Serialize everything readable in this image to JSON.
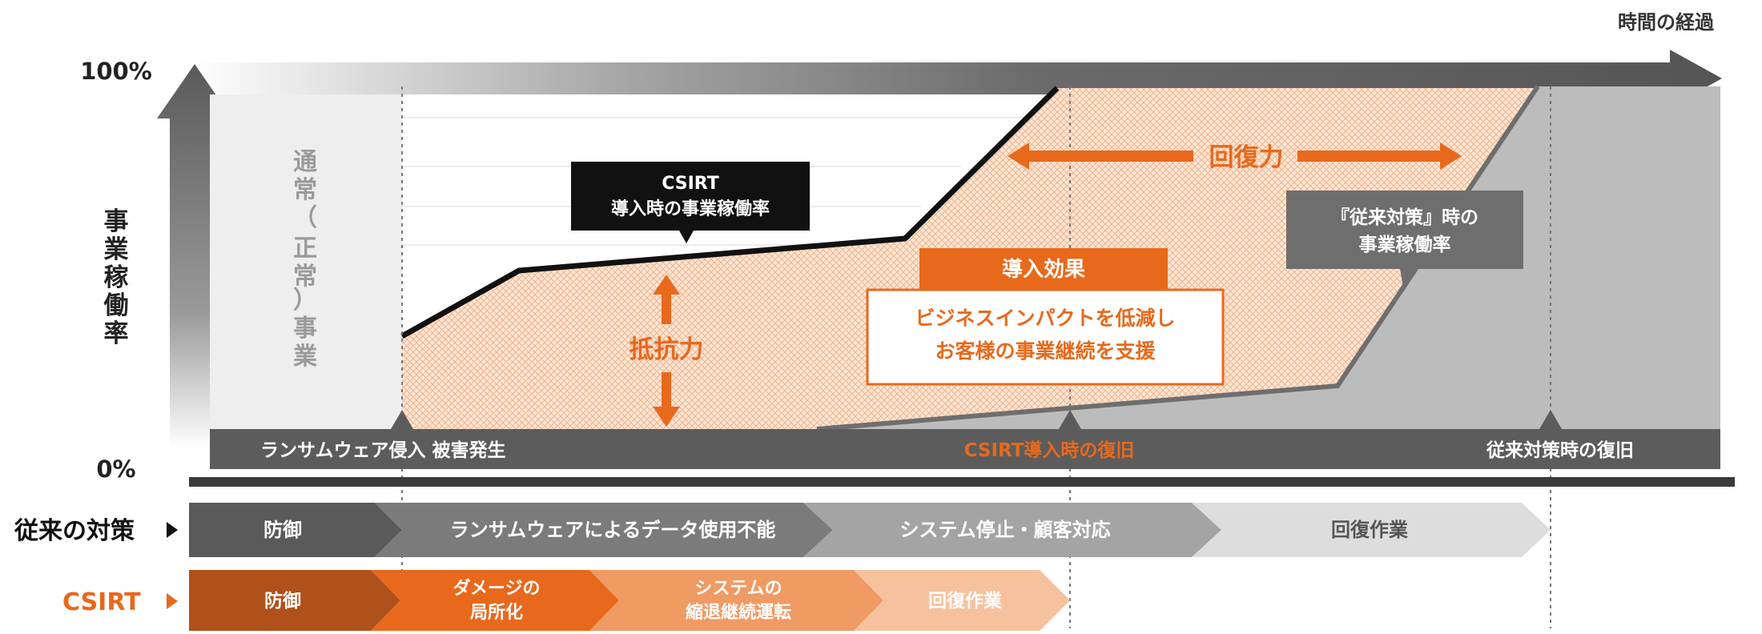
{
  "header": {
    "time_label": "時間の経過"
  },
  "axis": {
    "y_label_chars": [
      "事",
      "業",
      "稼",
      "働",
      "率"
    ],
    "top_pct": "100%",
    "bottom_pct": "0%"
  },
  "normal_ops": {
    "chars": [
      "通",
      "常",
      "（",
      "正",
      "常",
      "）",
      "事",
      "業"
    ]
  },
  "callouts": {
    "csirt_line1": "CSIRT",
    "csirt_line2": "導入時の事業稼働率",
    "conventional_line1": "『従来対策』時の",
    "conventional_line2": "事業稼働率",
    "recovery_power": "回復力",
    "resistance": "抵抗力",
    "effect_title": "導入効果",
    "effect_line1": "ビジネスインパクトを低減し",
    "effect_line2": "お客様の事業継続を支援"
  },
  "timeline": {
    "ransomware": "ランサムウェア侵入 被害発生",
    "csirt_recovery": "CSIRT導入時の復旧",
    "conventional_recovery": "従来対策時の復旧"
  },
  "rows": {
    "conventional": {
      "label": "従来の対策",
      "steps": [
        "防御",
        "ランサムウェアによるデータ使用不能",
        "システム停止・顧客対応",
        "回復作業"
      ]
    },
    "csirt": {
      "label": "CSIRT",
      "steps": [
        [
          "防御"
        ],
        [
          "ダメージの",
          "局所化"
        ],
        [
          "システムの",
          "縮退継続運転"
        ],
        [
          "回復作業"
        ]
      ]
    }
  },
  "colors": {
    "orange": "#e8691c",
    "dark_gray": "#595959",
    "mid_gray": "#808080",
    "light_gray": "#c8c8c8",
    "black": "#111111"
  }
}
